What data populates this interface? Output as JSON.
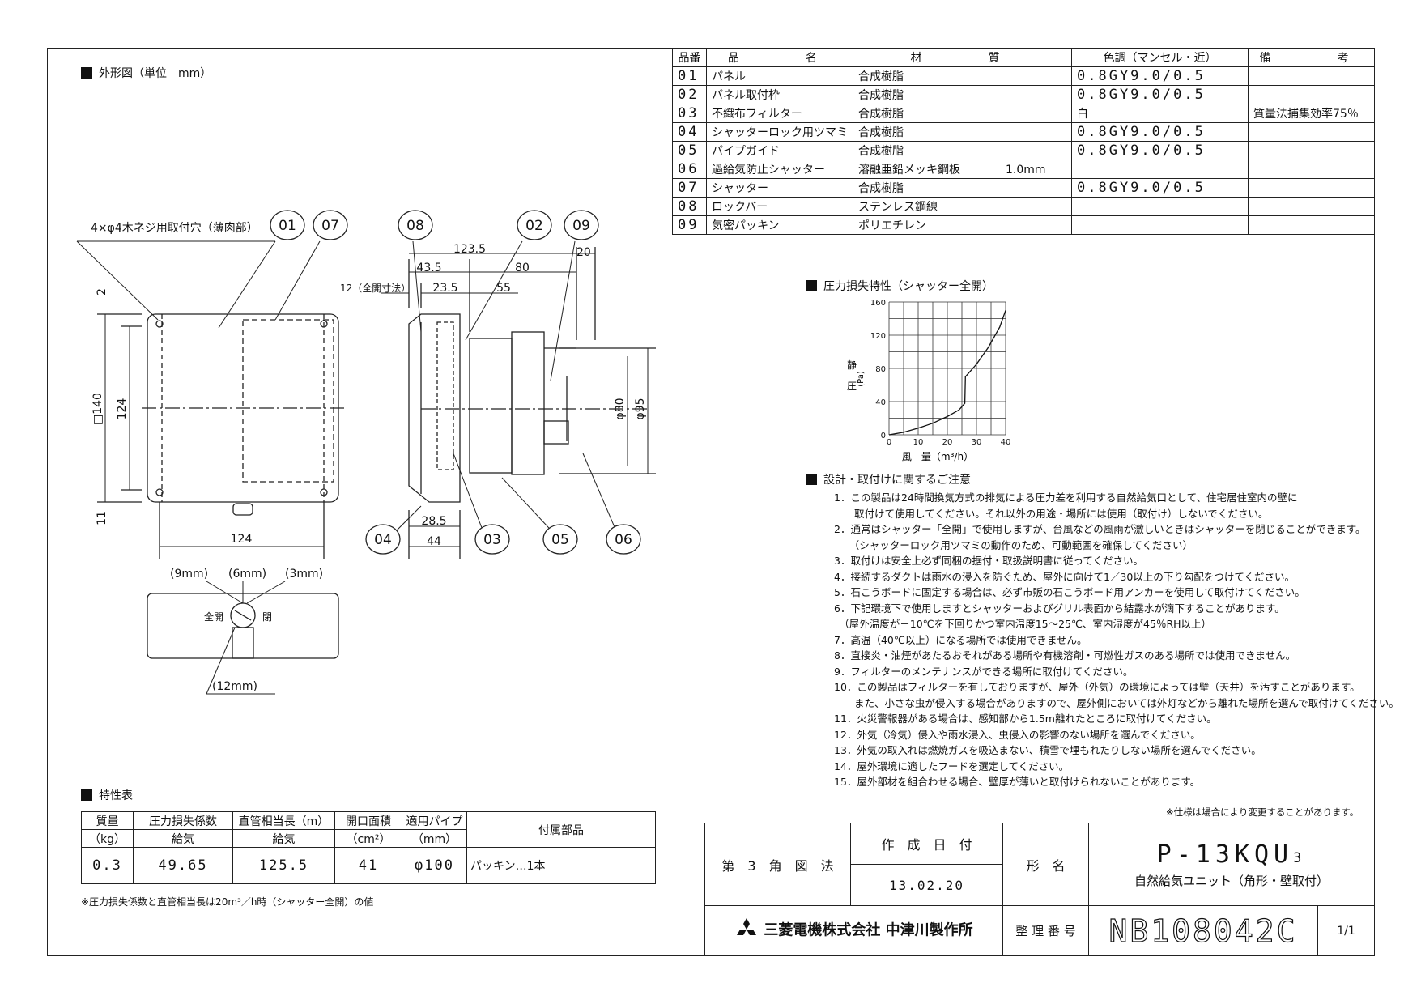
{
  "outline": {
    "title": "外形図（単位　mm）"
  },
  "drawing": {
    "hole_note": "4×φ4木ネジ用取付穴（薄肉部）",
    "callouts": [
      "01",
      "07",
      "08",
      "02",
      "09",
      "04",
      "03",
      "05",
      "06"
    ],
    "dims": {
      "d123_5": "123.5",
      "d20": "20",
      "d43_5": "43.5",
      "d80": "80",
      "d12": "12（全開寸法）",
      "d23_5": "23.5",
      "d55": "55",
      "d2": "2",
      "d140": "□140",
      "d124v": "124",
      "d11": "11",
      "d124h": "124",
      "dphi80": "φ80",
      "dphi95": "φ95",
      "d28_5": "28.5",
      "d44": "44"
    },
    "knob": {
      "mm9": "(9mm)",
      "mm6": "(6mm)",
      "mm3": "(3mm)",
      "open": "全開",
      "close": "閉",
      "mm12": "(12mm)"
    }
  },
  "parts_table": {
    "headers": [
      "品番",
      "品　　名",
      "材　　質",
      "色調（マンセル・近）",
      "備　　考"
    ],
    "rows": [
      {
        "no": "01",
        "name": "パネル",
        "material": "合成樹脂",
        "color": "0.8GY9.0/0.5",
        "note": ""
      },
      {
        "no": "02",
        "name": "パネル取付枠",
        "material": "合成樹脂",
        "color": "0.8GY9.0/0.5",
        "note": ""
      },
      {
        "no": "03",
        "name": "不織布フィルター",
        "material": "合成樹脂",
        "color": "白",
        "note": "質量法捕集効率75％"
      },
      {
        "no": "04",
        "name": "シャッターロック用ツマミ",
        "material": "合成樹脂",
        "color": "0.8GY9.0/0.5",
        "note": ""
      },
      {
        "no": "05",
        "name": "パイプガイド",
        "material": "合成樹脂",
        "color": "0.8GY9.0/0.5",
        "note": ""
      },
      {
        "no": "06",
        "name": "過給気防止シャッター",
        "material": "溶融亜鉛メッキ鋼板　　　　1.0mm",
        "color": "",
        "note": ""
      },
      {
        "no": "07",
        "name": "シャッター",
        "material": "合成樹脂",
        "color": "0.8GY9.0/0.5",
        "note": ""
      },
      {
        "no": "08",
        "name": "ロックバー",
        "material": "ステンレス鋼線",
        "color": "",
        "note": ""
      },
      {
        "no": "09",
        "name": "気密パッキン",
        "material": "ポリエチレン",
        "color": "",
        "note": ""
      }
    ]
  },
  "pressure_chart": {
    "title": "圧力損失特性（シャッター全開）",
    "ylabel_a": "静",
    "ylabel_b": "圧",
    "ylabel_unit": "(Pa)",
    "xlabel": "風　量（m³/h）"
  },
  "chart_data": {
    "type": "line",
    "title": "圧力損失特性（シャッター全開）",
    "xlabel": "風　量（m³/h）",
    "ylabel": "静圧（Pa）",
    "xlim": [
      0,
      40
    ],
    "ylim": [
      0,
      160
    ],
    "x_ticks": [
      "0",
      "10",
      "20",
      "30",
      "40"
    ],
    "y_ticks": [
      "0",
      "40",
      "80",
      "120",
      "160"
    ],
    "grid": true,
    "series": [
      {
        "x": [
          0,
          5,
          10,
          15,
          20,
          24,
          26,
          26.2,
          30,
          34,
          38,
          40
        ],
        "y": [
          0,
          3,
          8,
          14,
          22,
          30,
          38,
          70,
          85,
          105,
          130,
          150
        ]
      }
    ]
  },
  "design_notes": {
    "title": "設計・取付けに関するご注意",
    "lines": [
      "1．この製品は24時間換気方式の排気による圧力差を利用する自然給気口として、住宅居住室内の壁に",
      "　　取付けて使用してください。それ以外の用途・場所には使用（取付け）しないでください。",
      "2．通常はシャッター「全開」で使用しますが、台風などの風雨が激しいときはシャッターを閉じることができます。",
      "　　（シャッターロック用ツマミの動作のため、可動範囲を確保してください）",
      "3．取付けは安全上必ず同梱の据付・取扱説明書に従ってください。",
      "4．接続するダクトは雨水の浸入を防ぐため、屋外に向けて1／30以上の下り勾配をつけてください。",
      "5．石こうボードに固定する場合は、必ず市販の石こうボード用アンカーを使用して取付けてください。",
      "6．下記環境下で使用しますとシャッターおよびグリル表面から結露水が滴下することがあります。",
      "　（屋外温度が－10℃を下回りかつ室内温度15～25℃、室内湿度が45％RH以上）",
      "7．高温（40℃以上）になる場所では使用できません。",
      "8．直接炎・油煙があたるおそれがある場所や有機溶剤・可燃性ガスのある場所では使用できません。",
      "9．フィルターのメンテナンスができる場所に取付けてください。",
      "10．この製品はフィルターを有しておりますが、屋外（外気）の環境によっては壁（天井）を汚すことがあります。",
      "　　また、小さな虫が侵入する場合がありますので、屋外側においては外灯などから離れた場所を選んで取付けてください。",
      "11．火災警報器がある場合は、感知部から1.5m離れたところに取付けてください。",
      "12．外気（冷気）侵入や雨水浸入、虫侵入の影響のない場所を選んでください。",
      "13．外気の取入れは燃焼ガスを吸込まない、積雪で埋もれたりしない場所を選んでください。",
      "14．屋外環境に適したフードを選定してください。",
      "15．屋外部材を組合わせる場合、壁厚が薄いと取付けられないことがあります。"
    ],
    "spec_change": "※仕様は場合により変更することがあります。"
  },
  "spec_table": {
    "title": "特性表",
    "h1": [
      "質量",
      "圧力損失係数",
      "直管相当長（m）",
      "開口面積",
      "適用パイプ",
      "付属部品"
    ],
    "h2": [
      "（kg）",
      "給気",
      "給気",
      "（cm²）",
      "（mm）"
    ],
    "values": [
      "0.3",
      "49.65",
      "125.5",
      "41",
      "φ100",
      "パッキン…1本"
    ],
    "footnote": "※圧力損失係数と直管相当長は20m³／h時（シャッター全開）の値"
  },
  "title_block": {
    "projection": "第　3　角　図　法",
    "created_label": "作　成　日　付",
    "created_date": "13.02.20",
    "model_label": "形　名",
    "model": "P-13KQU",
    "model_sub": "3",
    "model_desc": "自然給気ユニット（角形・壁取付）",
    "company": "三菱電機株式会社 中津川製作所",
    "serial_label": "整 理 番 号",
    "serial": "NB108042C",
    "page": "1/1"
  }
}
